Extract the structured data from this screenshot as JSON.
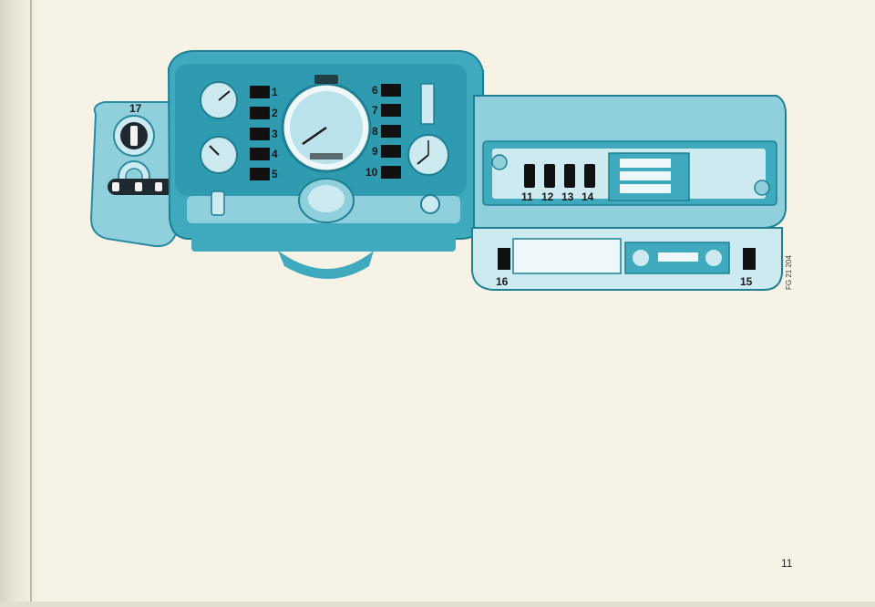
{
  "page": {
    "number": "11",
    "figure_code": "FG 21 204"
  },
  "callouts": {
    "c1": "1",
    "c2": "2",
    "c3": "3",
    "c4": "4",
    "c5": "5",
    "c6": "6",
    "c7": "7",
    "c8": "8",
    "c9": "9",
    "c10": "10",
    "c11": "11",
    "c12": "12",
    "c13": "13",
    "c14": "14",
    "c15": "15",
    "c16": "16",
    "c17": "17"
  },
  "colors": {
    "teal": "#3fa9bd",
    "teal_light": "#8fd0dc",
    "teal_pale": "#cdeaf0",
    "ink": "#1a1a1a",
    "paper": "#f6f3e6"
  }
}
